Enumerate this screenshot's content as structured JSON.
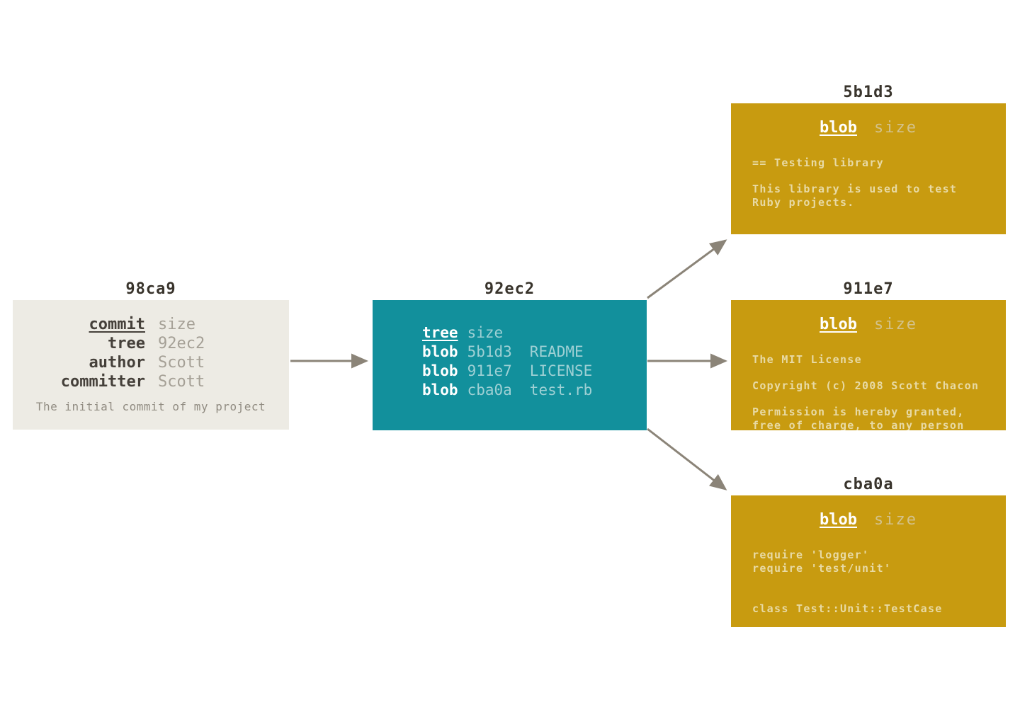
{
  "colors": {
    "background": "#ffffff",
    "commit_box": "#edebe4",
    "tree_box": "#12909c",
    "blob_box": "#c89b10",
    "arrow": "#8b8478",
    "label_text": "#39342c",
    "commit_key_text": "#45403a",
    "commit_value_text": "#a5a096",
    "tree_value_text": "#9ed0d4",
    "blob_body_text": "#e8daa5"
  },
  "commit": {
    "id": "98ca9",
    "fields": [
      {
        "key": "commit",
        "value": "size"
      },
      {
        "key": "tree",
        "value": "92ec2"
      },
      {
        "key": "author",
        "value": "Scott"
      },
      {
        "key": "committer",
        "value": "Scott"
      }
    ],
    "message": "The initial commit of my project"
  },
  "tree": {
    "id": "92ec2",
    "header": {
      "key": "tree",
      "value": "size"
    },
    "entries": [
      {
        "mode": "blob",
        "hash": "5b1d3",
        "name": "README"
      },
      {
        "mode": "blob",
        "hash": "911e7",
        "name": "LICENSE"
      },
      {
        "mode": "blob",
        "hash": "cba0a",
        "name": "test.rb"
      }
    ]
  },
  "blobs": [
    {
      "id": "5b1d3",
      "header": {
        "key": "blob",
        "value": "size"
      },
      "paragraphs": [
        "== Testing library",
        "This library is used to test\nRuby projects."
      ]
    },
    {
      "id": "911e7",
      "header": {
        "key": "blob",
        "value": "size"
      },
      "paragraphs": [
        "The MIT License",
        "Copyright (c) 2008 Scott Chacon",
        "Permission is hereby granted,\nfree of charge, to any person"
      ]
    },
    {
      "id": "cba0a",
      "header": {
        "key": "blob",
        "value": "size"
      },
      "paragraphs": [
        "require 'logger'\nrequire 'test/unit'",
        "class Test::Unit::TestCase"
      ]
    }
  ]
}
